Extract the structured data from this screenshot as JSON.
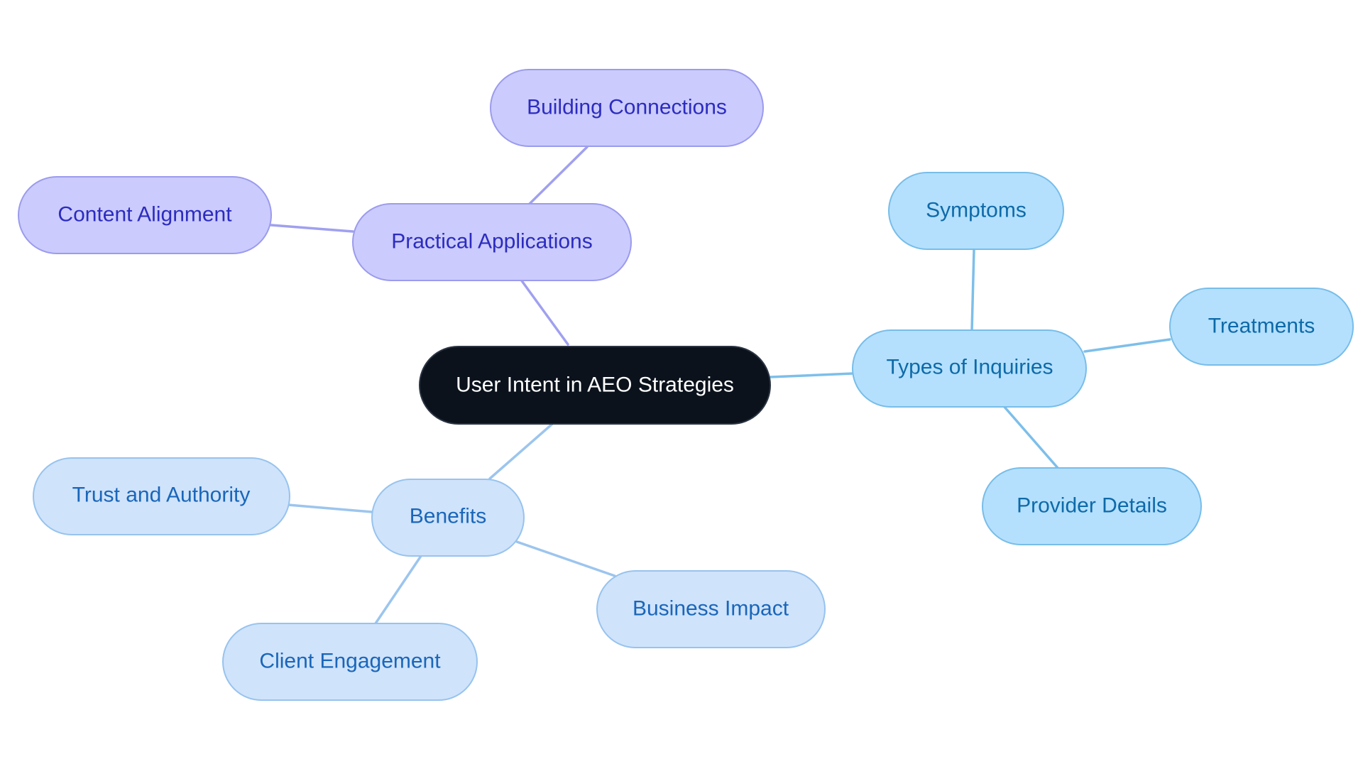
{
  "palette": {
    "root_fill": "#0b121c",
    "root_stroke": "#2b3442",
    "root_text": "#ffffff",
    "purple_fill": "#cbcbfd",
    "purple_stroke": "#9b9bee",
    "purple_text": "#2c2cbf",
    "purple_edge": "#a0a0f0",
    "sky_fill": "#b4e0fe",
    "sky_stroke": "#78bde9",
    "sky_text": "#0e6aa8",
    "sky_edge": "#7dbfea",
    "pale_fill": "#cfe3fb",
    "pale_stroke": "#97c3ee",
    "pale_text": "#1a66b9",
    "pale_edge": "#9cc5ee"
  },
  "mindmap": {
    "root": "User Intent in AEO Strategies",
    "branches": [
      {
        "label": "Practical Applications",
        "children": [
          "Building Connections",
          "Content Alignment"
        ]
      },
      {
        "label": "Types of Inquiries",
        "children": [
          "Symptoms",
          "Treatments",
          "Provider Details"
        ]
      },
      {
        "label": "Benefits",
        "children": [
          "Trust and Authority",
          "Client Engagement",
          "Business Impact"
        ]
      }
    ]
  }
}
